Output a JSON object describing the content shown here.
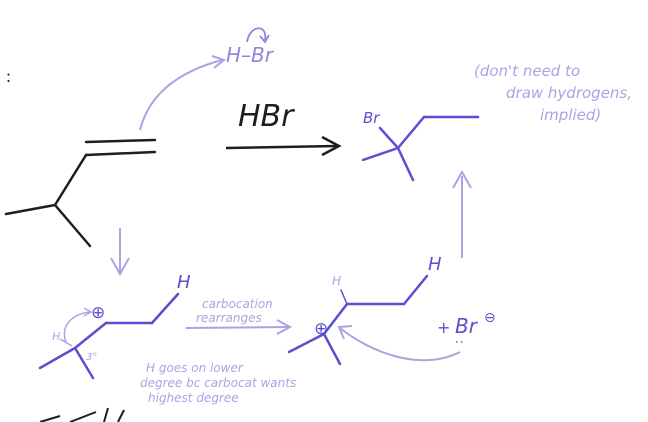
{
  "colors": {
    "ink_black": "#1e1e1e",
    "ink_purple": "#5b4fd0",
    "ink_light": "#a9a4e2",
    "ink_mid": "#8f87d8"
  },
  "reagent_top": "H–Br",
  "reagent_arrow_label": "HBr",
  "product_br": "Br",
  "note_implied": [
    "(don't need to",
    "draw hydrogens,",
    "implied)"
  ],
  "carbocation1": {
    "charge": "⊕",
    "h_top": "H",
    "h_left": "H",
    "degree": "3°"
  },
  "rearrange_label": [
    "carbocation",
    "rearranges"
  ],
  "hydride_note": [
    "H goes on lower",
    "degree bc carbocat wants",
    "highest degree"
  ],
  "carbocation2": {
    "charge": "⊕",
    "h_top": "H",
    "h_right": "H"
  },
  "bromide": {
    "plus": "+",
    "label": "Br",
    "charge": "⊖",
    "lone_pair": ":"
  }
}
